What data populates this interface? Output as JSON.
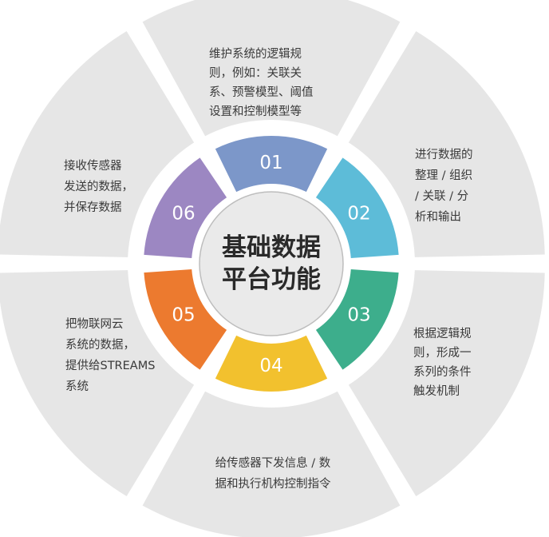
{
  "center": {
    "lines": [
      "基础数据",
      "平台功能"
    ]
  },
  "segments": [
    {
      "number": "01",
      "color": "#7c97c9",
      "description": [
        "维护系统的逻辑规",
        "则，例如：关联关",
        "系、预警模型、阈值",
        "设置和控制模型等"
      ]
    },
    {
      "number": "02",
      "color": "#5dbcd8",
      "description": [
        "进行数据的",
        "整理 / 组织",
        "/ 关联 / 分",
        "析和输出"
      ]
    },
    {
      "number": "03",
      "color": "#3dae8c",
      "description": [
        "根据逻辑规",
        "则，形成一",
        "系列的条件",
        "触发机制"
      ]
    },
    {
      "number": "04",
      "color": "#f2c12e",
      "description": [
        "给传感器下发信息 / 数",
        "据和执行机构控制指令"
      ]
    },
    {
      "number": "05",
      "color": "#ec7a2f",
      "description": [
        "把物联网云",
        "系统的数据，",
        "提供给STREAMS",
        "系统"
      ]
    },
    {
      "number": "06",
      "color": "#9c87c2",
      "description": [
        "接收传感器",
        "发送的数据，",
        "并保存数据"
      ]
    }
  ],
  "colors": {
    "outer_segment": "#e6e6e6",
    "ring_background": "#ffffff",
    "center_circle": "#eaeaea",
    "center_border": "#bdbdbd"
  }
}
